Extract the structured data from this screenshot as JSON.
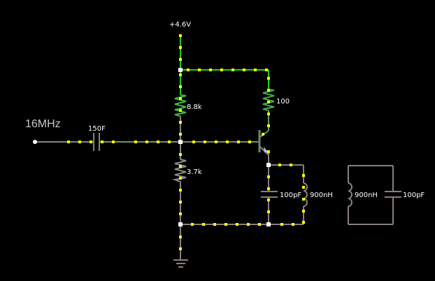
{
  "colors": {
    "background": "#000000",
    "wire_high": "#22cc22",
    "wire_mid": "#5fa05f",
    "wire_base": "#7a8a7a",
    "wire_low": "#8a7f7f",
    "current_dot": "#ffff00",
    "node": "#ffffff",
    "label": "#ffffff"
  },
  "labels": {
    "supply": "+4.6V",
    "source_freq": "16MHz",
    "coupling_cap": "150F",
    "r_top": "8.8k",
    "r_collector": "100",
    "r_bottom": "3.7k",
    "tank_cap": "100pF",
    "tank_ind": "900nH",
    "ref_ind": "900nH",
    "ref_cap": "100pF"
  },
  "components": [
    {
      "id": "supply",
      "type": "voltage-rail",
      "value": "+4.6V"
    },
    {
      "id": "source",
      "type": "ac-source",
      "value": "16MHz"
    },
    {
      "id": "C1",
      "type": "capacitor",
      "value": "150F"
    },
    {
      "id": "R1",
      "type": "resistor",
      "value": "8.8k"
    },
    {
      "id": "R2",
      "type": "resistor",
      "value": "3.7k"
    },
    {
      "id": "R3",
      "type": "resistor",
      "value": "100"
    },
    {
      "id": "Q1",
      "type": "npn-transistor",
      "value": ""
    },
    {
      "id": "C2",
      "type": "capacitor",
      "value": "100pF"
    },
    {
      "id": "L1",
      "type": "inductor",
      "value": "900nH"
    },
    {
      "id": "L2",
      "type": "inductor",
      "value": "900nH"
    },
    {
      "id": "C3",
      "type": "capacitor",
      "value": "100pF"
    },
    {
      "id": "gnd",
      "type": "ground",
      "value": ""
    }
  ]
}
